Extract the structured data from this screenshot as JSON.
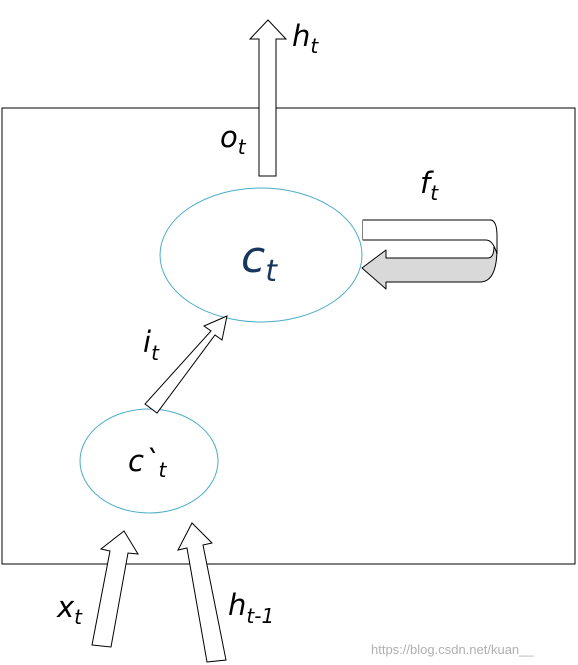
{
  "diagram": {
    "labels": {
      "h_out": {
        "base": "h",
        "sub": "t"
      },
      "o_gate": {
        "base": "o",
        "sub": "t"
      },
      "f_gate": {
        "base": "f",
        "sub": "t"
      },
      "cell": {
        "base": "c",
        "sub": "t"
      },
      "i_gate": {
        "base": "i",
        "sub": "t"
      },
      "candidate": {
        "base": "c`",
        "sub": "t"
      },
      "x_in": {
        "base": "x",
        "sub": "t"
      },
      "h_prev": {
        "base": "h",
        "sub": "t-1"
      }
    },
    "watermark": "https://blog.csdn.net/kuan__",
    "colors": {
      "ellipse_stroke": "#4bacc6",
      "cell_text": "#17375e",
      "loop_fill": "#d9d9d9",
      "line": "#000000",
      "watermark": "#b0b0b0"
    }
  }
}
